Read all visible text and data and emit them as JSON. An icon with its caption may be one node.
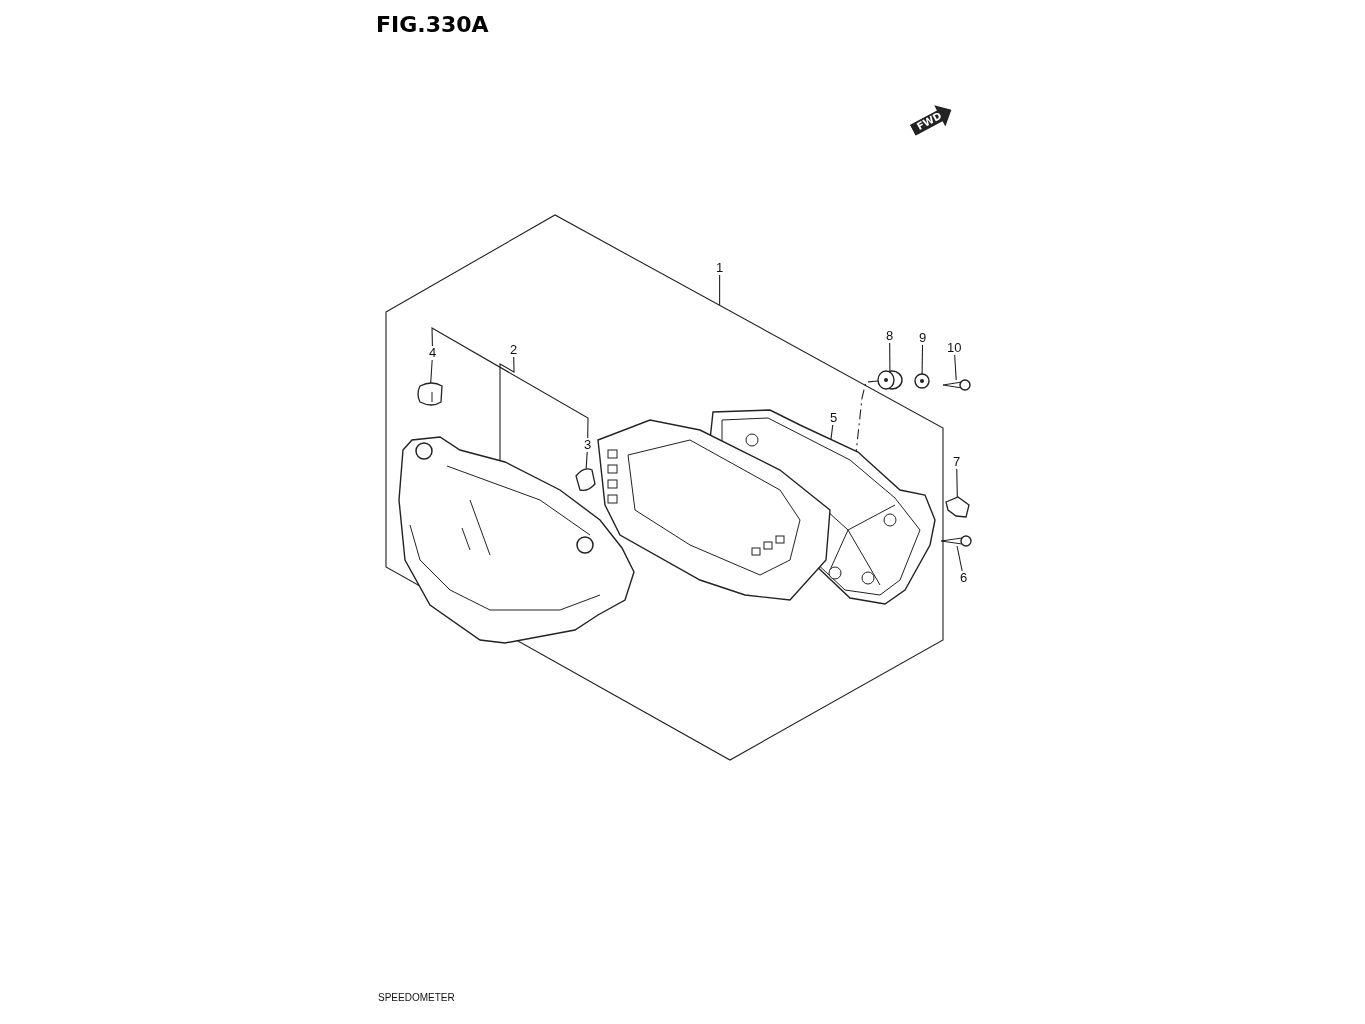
{
  "diagram": {
    "title": "FIG.330A",
    "nodes": [
      {
        "text": [
          "1"
        ]
      },
      {
        "text": [],
        "shape": "box"
      },
      {
        "text": [
          "4"
        ],
        "in": 1
      },
      {
        "text": [
          "2"
        ],
        "in": 1
      },
      {
        "text": [
          "3"
        ],
        "in": 1
      },
      {
        "text": [
          "5"
        ],
        "in": 1
      },
      {
        "text": [
          "8"
        ]
      },
      {
        "text": [
          "9"
        ]
      },
      {
        "text": [
          "10"
        ]
      },
      {
        "text": [
          "7"
        ]
      },
      {
        "text": [
          "6"
        ]
      },
      {
        "text": [],
        "shape": "picture",
        "in": 1
      },
      {
        "text": [],
        "shape": "picture",
        "in": 1
      },
      {
        "text": [],
        "shape": "picture",
        "in": 1
      },
      {
        "text": [],
        "shape": "picture",
        "in": 1
      },
      {
        "text": [],
        "shape": "picture"
      },
      {
        "text": [],
        "shape": "picture"
      },
      {
        "text": [],
        "shape": "picture"
      },
      {
        "text": [],
        "shape": "picture"
      },
      {
        "text": [],
        "shape": "picture"
      }
    ],
    "edges": [
      {
        "from": 0,
        "to": 1,
        "arrow": "none"
      },
      {
        "from": 2,
        "to": 11,
        "arrow": "none"
      },
      {
        "from": 3,
        "to": 12,
        "arrow": "none"
      },
      {
        "from": 4,
        "to": 13,
        "arrow": "none"
      },
      {
        "from": 5,
        "to": 14,
        "arrow": "none"
      },
      {
        "from": 6,
        "to": 15,
        "arrow": "none"
      },
      {
        "from": 7,
        "to": 16,
        "arrow": "none"
      },
      {
        "from": 8,
        "to": 17,
        "arrow": "none"
      },
      {
        "from": 9,
        "to": 18,
        "arrow": "none"
      },
      {
        "from": 10,
        "to": 19,
        "arrow": "none"
      },
      {
        "from": 15,
        "to": 14,
        "arrow": "none",
        "style": "dashed"
      },
      {
        "from": 2,
        "to": 4,
        "arrow": "none"
      }
    ],
    "labels": [
      "FWD",
      "SPEEDOMETER"
    ]
  }
}
